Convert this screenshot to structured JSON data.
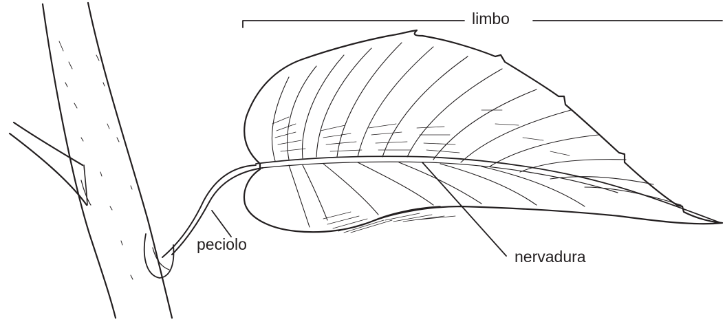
{
  "labels": {
    "limbo": "limbo",
    "peciolo": "peciolo",
    "nervadura": "nervadura"
  },
  "colors": {
    "ink": "#231f20",
    "background": "#ffffff"
  }
}
